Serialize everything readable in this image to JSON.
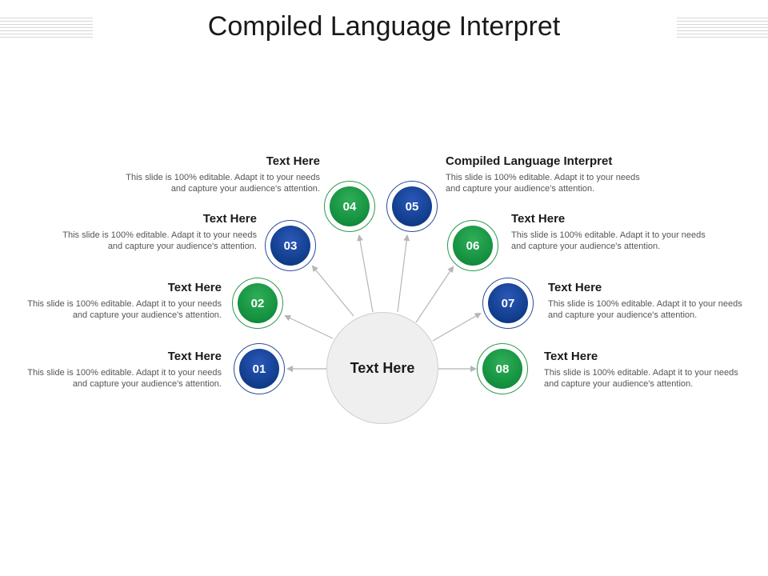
{
  "title": "Compiled Language Interpret",
  "center": {
    "label": "Text Here"
  },
  "nodes": [
    {
      "num": "01",
      "heading": "Text Here",
      "desc": "This slide is 100% editable. Adapt it to your needs and capture your audience's attention."
    },
    {
      "num": "02",
      "heading": "Text Here",
      "desc": "This slide is 100% editable. Adapt it to your needs and capture your audience's attention."
    },
    {
      "num": "03",
      "heading": "Text Here",
      "desc": "This slide is 100% editable. Adapt it to your needs and capture your audience's attention."
    },
    {
      "num": "04",
      "heading": "Text Here",
      "desc": "This slide is 100% editable. Adapt it to your needs and capture your audience's attention."
    },
    {
      "num": "05",
      "heading": "Compiled Language Interpret",
      "desc": "This slide is 100% editable. Adapt it to your needs and capture your audience's attention."
    },
    {
      "num": "06",
      "heading": "Text Here",
      "desc": "This slide is 100% editable. Adapt it to your needs and capture your audience's attention."
    },
    {
      "num": "07",
      "heading": "Text Here",
      "desc": "This slide is 100% editable. Adapt it to your needs and capture your audience's attention."
    },
    {
      "num": "08",
      "heading": "Text Here",
      "desc": "This slide is 100% editable. Adapt it to your needs and capture your audience's attention."
    }
  ],
  "colors": {
    "blue": "#103c8a",
    "green": "#138f3e",
    "arrow": "#b5b5b5"
  }
}
